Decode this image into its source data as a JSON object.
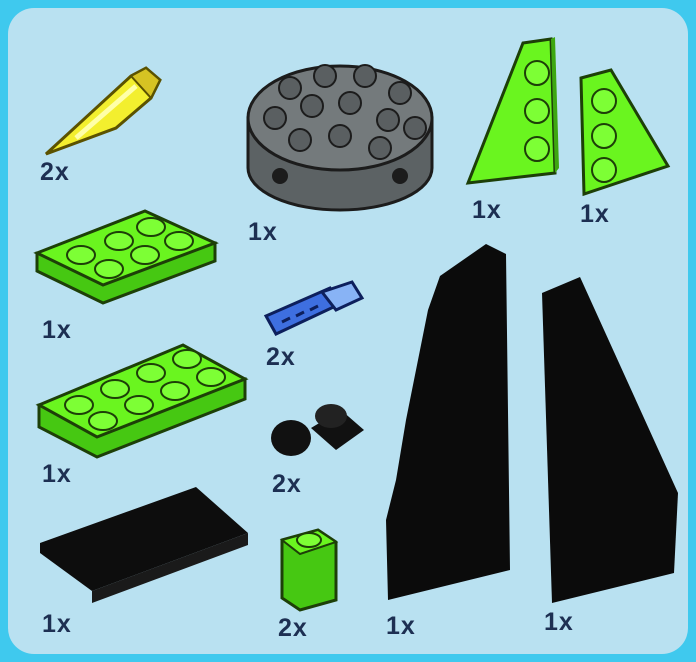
{
  "inventory": {
    "items": [
      {
        "part": "horn",
        "color": "#f3ef2e",
        "quantity": "2x"
      },
      {
        "part": "round-brick",
        "color": "#6e7476",
        "quantity": "1x"
      },
      {
        "part": "wedge-plate-left",
        "color": "#6af51f",
        "quantity": "1x"
      },
      {
        "part": "wedge-plate-right",
        "color": "#6af51f",
        "quantity": "1x"
      },
      {
        "part": "plate-2x3",
        "color": "#6af51f",
        "quantity": "1x"
      },
      {
        "part": "pin",
        "color": "#3e6fe0",
        "quantity": "2x"
      },
      {
        "part": "plate-2x4",
        "color": "#6af51f",
        "quantity": "1x"
      },
      {
        "part": "round-tile-pair",
        "color": "#111111",
        "quantity": "2x"
      },
      {
        "part": "tile-black",
        "color": "#111111",
        "quantity": "1x"
      },
      {
        "part": "brick-1x1",
        "color": "#6af51f",
        "quantity": "2x"
      },
      {
        "part": "wedge-large-left",
        "color": "#111111",
        "quantity": "1x"
      },
      {
        "part": "wedge-large-right",
        "color": "#111111",
        "quantity": "1x"
      }
    ]
  }
}
